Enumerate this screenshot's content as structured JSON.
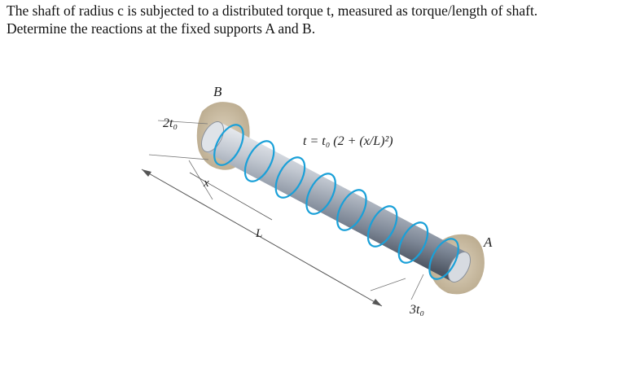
{
  "problem": {
    "line1": "The shaft of radius c is subjected to a distributed torque t, measured as torque/length of shaft.",
    "line2": "Determine the reactions at the fixed supports A and B."
  },
  "figure": {
    "label_B": "B",
    "label_A": "A",
    "label_2t0": "2t₀",
    "label_3t0": "3t₀",
    "label_x": "x",
    "label_L": "L",
    "equation": "t = t₀ (2 + (x/L)²)"
  },
  "colors": {
    "helix": "#1aa0d8",
    "wall": "#cdbfa6",
    "shaft_light": "#e6e9ee",
    "shaft_dark": "#5e6775"
  }
}
